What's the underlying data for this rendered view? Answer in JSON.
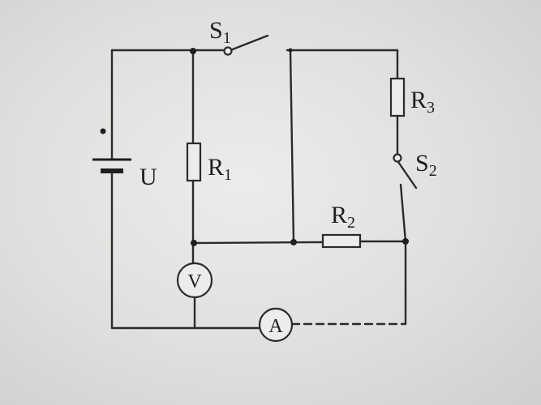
{
  "labels": {
    "S1": {
      "main": "S",
      "sub": "1"
    },
    "S2": {
      "main": "S",
      "sub": "2"
    },
    "R1": {
      "main": "R",
      "sub": "1"
    },
    "R2": {
      "main": "R",
      "sub": "2"
    },
    "R3": {
      "main": "R",
      "sub": "3"
    },
    "U": "U",
    "V": "V",
    "A": "A"
  }
}
